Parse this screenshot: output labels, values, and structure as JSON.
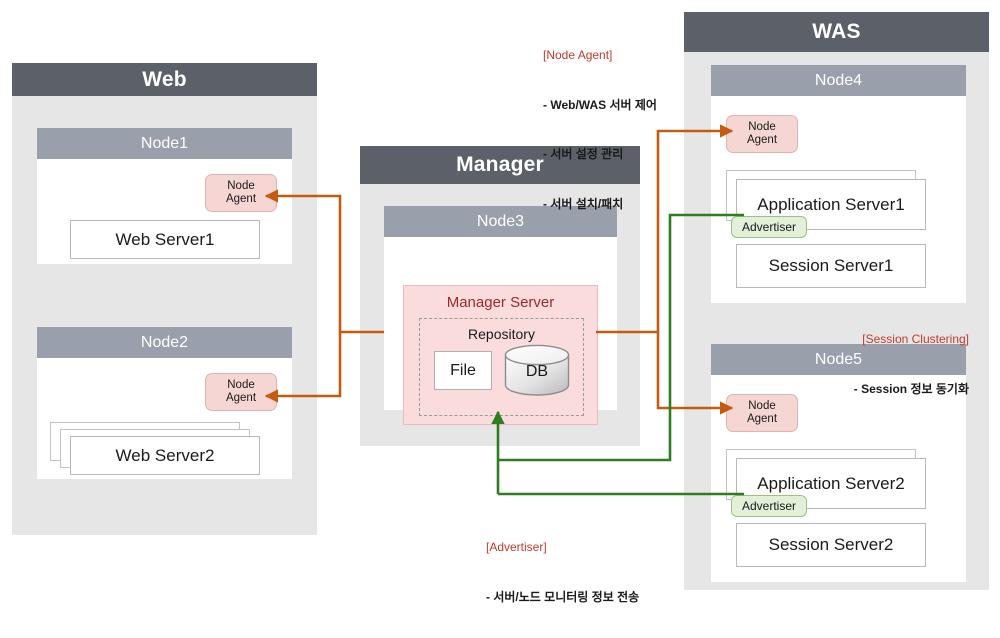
{
  "zones": {
    "web": {
      "title": "Web"
    },
    "manager": {
      "title": "Manager"
    },
    "was": {
      "title": "WAS"
    }
  },
  "nodes": {
    "node1": {
      "title": "Node1",
      "agent_line1": "Node",
      "agent_line2": "Agent",
      "server": "Web Server1"
    },
    "node2": {
      "title": "Node2",
      "agent_line1": "Node",
      "agent_line2": "Agent",
      "server": "Web Server2"
    },
    "node3": {
      "title": "Node3"
    },
    "node4": {
      "title": "Node4",
      "agent_line1": "Node",
      "agent_line2": "Agent",
      "app_server": "Application Server1",
      "advertiser": "Advertiser",
      "session_server": "Session Server1"
    },
    "node5": {
      "title": "Node5",
      "agent_line1": "Node",
      "agent_line2": "Agent",
      "app_server": "Application Server2",
      "advertiser": "Advertiser",
      "session_server": "Session Server2"
    }
  },
  "manager_server": {
    "title": "Manager Server",
    "repository_title": "Repository",
    "file": "File",
    "db": "DB"
  },
  "annotations": {
    "node_agent": {
      "heading": "[Node Agent]",
      "lines": [
        "- Web/WAS 서버 제어",
        "- 서버 설정 관리",
        "- 서버 설치/패치"
      ]
    },
    "session_clustering": {
      "heading": "[Session Clustering]",
      "lines": [
        "- Session 정보 동기화"
      ]
    },
    "advertiser": {
      "heading": "[Advertiser]",
      "lines": [
        "- 서버/노드 모니터링 정보 전송"
      ]
    }
  },
  "colors": {
    "zone_header": "#5b6069",
    "zone_body": "#e6e6e6",
    "node_header": "#9aa0ab",
    "agent_fill": "#f6d6d3",
    "advertiser_fill": "#e2f0d9",
    "manager_server_fill": "#fadcdc",
    "manager_server_text": "#9c2a2a",
    "control_flow": "#c55a11",
    "advertiser_flow": "#2e7d1e",
    "annotation_heading": "#c0392b"
  }
}
